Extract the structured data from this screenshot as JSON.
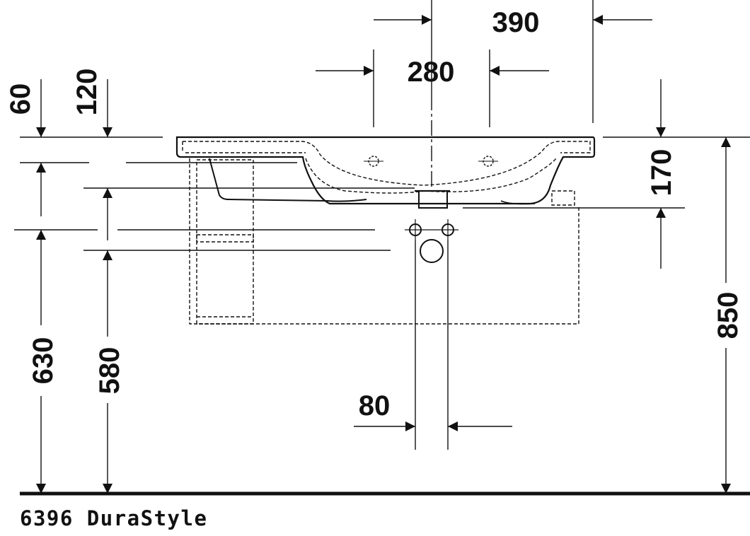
{
  "diagram": {
    "caption": "6396 DuraStyle",
    "dimensions": {
      "overall_width": "390",
      "tap_hole_spacing": "280",
      "drop_60": "60",
      "drop_120": "120",
      "bowl_depth": "170",
      "height_630": "630",
      "height_580": "580",
      "height_850": "850",
      "pipe_spacing": "80"
    }
  }
}
